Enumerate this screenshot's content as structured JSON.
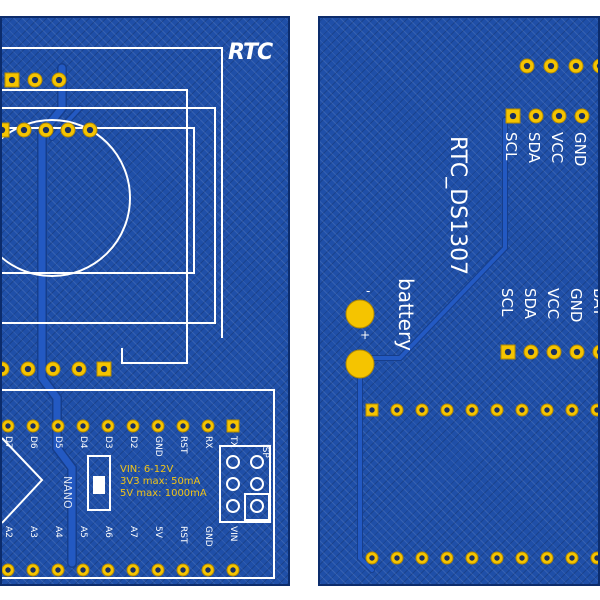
{
  "front": {
    "logo": "RTC",
    "nano_label": "NANO",
    "isp_label": "ISP",
    "power_specs": [
      "VIN: 6-12V",
      "3V3 max: 50mA",
      "5V max: 1000mA"
    ],
    "top_pins": [
      "D7",
      "D6",
      "D5",
      "D4",
      "D3",
      "D2",
      "GND",
      "RST",
      "RX",
      "TX"
    ],
    "bottom_pins": [
      "A2",
      "A3",
      "A4",
      "A5",
      "A6",
      "A7",
      "5V",
      "RST",
      "GND",
      "VIN"
    ]
  },
  "back": {
    "module_title": "RTC_DS1307",
    "header1_pins": [
      "SCL",
      "SDA",
      "VCC",
      "GND"
    ],
    "header2_pins": [
      "SCL",
      "SDA",
      "VCC",
      "GND",
      "BAT"
    ],
    "battery_label": "battery",
    "battery_minus": "-",
    "battery_plus": "+"
  },
  "colors": {
    "board": "#1f4fa8",
    "pad": "#f5c400",
    "silkscreen": "#ffffff",
    "spec_text": "#f0c419"
  }
}
